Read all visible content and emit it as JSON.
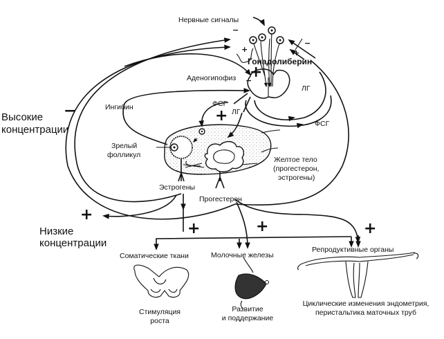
{
  "labels": {
    "nerve_signals": "Нервные сигналы",
    "gonadoliberin": "Гонадолиберин",
    "adenohypophysis": "Аденогипофиз",
    "lh_right": "ЛГ",
    "fsh_right": "ФСГ",
    "fsh_left": "ФСГ",
    "lh_left": "ЛГ",
    "inhibin": "Ингибин",
    "high_conc_1": "Высокие",
    "high_conc_2": "концентрации",
    "low_conc_1": "Низкие",
    "low_conc_2": "концентрации",
    "mature_follicle_1": "Зрелый",
    "mature_follicle_2": "фолликул",
    "corpus_luteum_1": "Желтое тело",
    "corpus_luteum_2": "(прогестерон,",
    "corpus_luteum_3": "эстрогены)",
    "estrogens": "Эстрогены",
    "progesterone": "Прогестерон",
    "somatic_tissues": "Соматические ткани",
    "mammary_glands": "Молочные железы",
    "reproductive_organs": "Репродуктивные органы",
    "growth_1": "Стимуляция",
    "growth_2": "роста",
    "development_1": "Развитие",
    "development_2": "и поддержание",
    "cyclic_1": "Циклические изменения эндометрия,",
    "cyclic_2": "перистальтика маточных труб"
  },
  "signs": {
    "plus": "+",
    "minus": "−"
  }
}
